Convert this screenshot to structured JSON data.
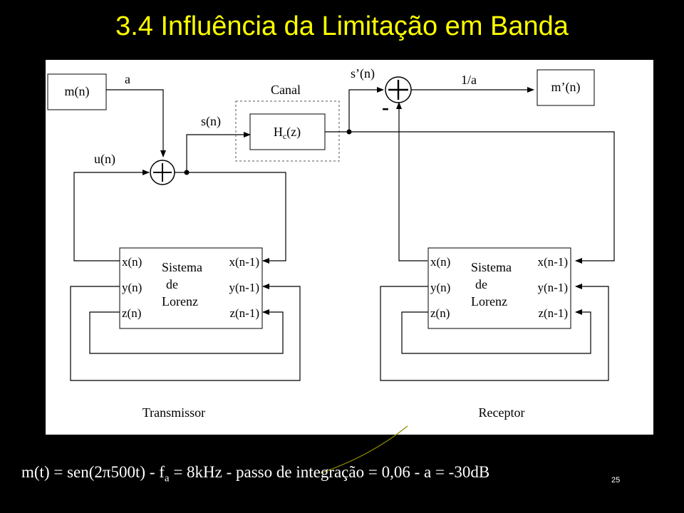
{
  "slide": {
    "title": "3.4 Influência da Limitação em Banda",
    "number": "25"
  },
  "diagram": {
    "message_block": "m(n)",
    "gain_label": "a",
    "u_label": "u(n)",
    "s_label": "s(n)",
    "channel_label": "Canal",
    "channel_block_main": "H",
    "channel_block_sub": "c",
    "channel_block_arg": "(z)",
    "received_label": "s’(n)",
    "minus_sign": "-",
    "inverse_gain_label": "1/a",
    "output_block": "m’(n)",
    "transmitter_block": {
      "title_line1": "Sistema",
      "title_line2": "de",
      "title_line3": "Lorenz",
      "in_x": "x(n)",
      "in_y": "y(n)",
      "in_z": "z(n)",
      "out_x": "x(n-1)",
      "out_y": "y(n-1)",
      "out_z": "z(n-1)"
    },
    "receiver_block": {
      "title_line1": "Sistema",
      "title_line2": "de",
      "title_line3": "Lorenz",
      "in_x": "x(n)",
      "in_y": "y(n)",
      "in_z": "z(n)",
      "out_x": "x(n-1)",
      "out_y": "y(n-1)",
      "out_z": "z(n-1)"
    },
    "transmitter_caption": "Transmissor",
    "receiver_caption": "Receptor"
  },
  "footer": {
    "part1": "m(t) = sen(2",
    "pi": "π",
    "part2": "500t) -  f",
    "sub_a": "a",
    "part3": " = 8kHz - passo de integração = 0,06 - a = -30dB"
  },
  "colors": {
    "title": "#FFFF00",
    "background": "#000000",
    "panel": "#FFFFFF",
    "decoration": "#8A8A00"
  }
}
